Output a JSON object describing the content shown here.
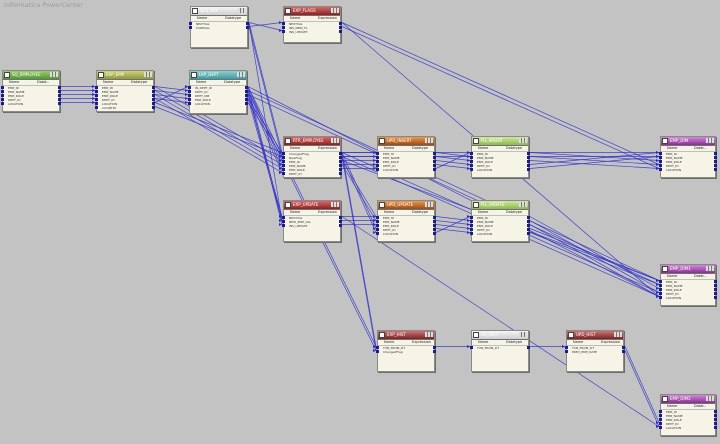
{
  "watermark": "Informatica PowerCenter",
  "colors": {
    "canvas": "#c3c3c3",
    "link": "#2d2dc8",
    "port": "#1b1b8a"
  },
  "nodes": [
    {
      "id": "sq",
      "color": "green",
      "title": "SQ_EMPLOYEE",
      "cols": [
        "Name",
        "Datat.."
      ],
      "rows": [
        "EMP_ID",
        "EMP_NAME",
        "EMP_ROLE",
        "DEPT_ID",
        "LOCATION"
      ],
      "icon": "source-qualifier-icon"
    },
    {
      "id": "exp1",
      "color": "olive",
      "title": "EXP_EMP",
      "cols": [
        "Name",
        "Datatype"
      ],
      "rows": [
        "EMP_ID",
        "EMP_NAME",
        "EMP_ROLE",
        "DEPT_ID",
        "LOCATION",
        "COUNTRY"
      ],
      "icon": "expression-icon"
    },
    {
      "id": "lkp1",
      "color": "teal",
      "title": "LKP_DEPT",
      "cols": [
        "Name",
        "Datatype"
      ],
      "rows": [
        "IN_DEPT_ID",
        "DEPT_ID",
        "DEPT_NM",
        "EMP_ROLE",
        "LOCATION"
      ],
      "icon": "lookup-icon"
    },
    {
      "id": "seq",
      "color": "white",
      "title": "SEQ_KEY",
      "cols": [
        "Name",
        "Datatype"
      ],
      "rows": [
        "NEXTVAL",
        "CURRVAL"
      ],
      "icon": "sequence-icon"
    },
    {
      "id": "exp_top",
      "color": "red",
      "title": "EXP_FLAGS",
      "cols": [
        "Name",
        "Expression"
      ],
      "rows": [
        "NEXTVAL",
        "INS_NEW_FL",
        "INS_UPDATE"
      ],
      "icon": "expression-icon"
    },
    {
      "id": "rtr",
      "color": "red",
      "title": "RTR_EMPLOYEE",
      "cols": [
        "Name",
        "Expression"
      ],
      "rows": [
        "ChangedFlag",
        "NewFlag",
        "EMP_ID",
        "EMP_NAME",
        "EMP_ROLE",
        "DEPT_ID"
      ],
      "icon": "router-icon"
    },
    {
      "id": "upd1",
      "color": "orange",
      "title": "UPD_INSERT",
      "cols": [
        "Name",
        "Datatype"
      ],
      "rows": [
        "EMP_ID",
        "EMP_NAME",
        "EMP_ROLE",
        "DEPT_ID",
        "LOCATION"
      ],
      "icon": "update-strategy-icon"
    },
    {
      "id": "flt1",
      "color": "lgreen",
      "title": "FIL_INSERT",
      "cols": [
        "Name",
        "Datatype"
      ],
      "rows": [
        "EMP_ID",
        "EMP_NAME",
        "EMP_ROLE",
        "DEPT_ID",
        "LOCATION"
      ],
      "icon": "filter-icon"
    },
    {
      "id": "tgt1",
      "color": "purple",
      "title": "EMP_DIM",
      "cols": [
        "Name",
        "Datat.."
      ],
      "rows": [
        "EMP_ID",
        "EMP_NAME",
        "EMP_ROLE",
        "DEPT_ID",
        "LOCATION"
      ],
      "icon": "target-icon"
    },
    {
      "id": "exp_mid",
      "color": "red",
      "title": "EXP_UPDATE",
      "cols": [
        "Name",
        "Expression"
      ],
      "rows": [
        "NEXTVAL",
        "NEW_EMP_VAL",
        "INS_UPDATE"
      ],
      "icon": "expression-icon"
    },
    {
      "id": "upd2",
      "color": "orange",
      "title": "UPD_UPDATE",
      "cols": [
        "Name",
        "Datatype"
      ],
      "rows": [
        "EMP_ID",
        "EMP_NAME",
        "EMP_ROLE",
        "DEPT_ID",
        "LOCATION"
      ],
      "icon": "update-strategy-icon"
    },
    {
      "id": "flt2",
      "color": "lgreen",
      "title": "FIL_UPDATE",
      "cols": [
        "Name",
        "Datatype"
      ],
      "rows": [
        "EMP_ID",
        "EMP_NAME",
        "EMP_ROLE",
        "DEPT_ID",
        "LOCATION"
      ],
      "icon": "filter-icon"
    },
    {
      "id": "tgt2",
      "color": "purple",
      "title": "EMP_DIM1",
      "cols": [
        "Name",
        "Datat.."
      ],
      "rows": [
        "EMP_ID",
        "EMP_NAME",
        "EMP_ROLE",
        "DEPT_ID",
        "LOCATION"
      ],
      "icon": "target-icon"
    },
    {
      "id": "exp_bot",
      "color": "red2",
      "title": "EXP_HIST",
      "cols": [
        "Name",
        "Expression"
      ],
      "rows": [
        "TXN_FROM_DT",
        "ChangedFlag"
      ],
      "icon": "expression-icon"
    },
    {
      "id": "flt3",
      "color": "white",
      "title": "FIL_HIST",
      "cols": [
        "Name",
        "Datatype"
      ],
      "rows": [
        "TXN_FROM_DT"
      ],
      "icon": "filter-icon"
    },
    {
      "id": "upd3",
      "color": "red2",
      "title": "UPD_HIST",
      "cols": [
        "Name",
        "Expression"
      ],
      "rows": [
        "TXN_FROM_DT",
        "PREV_EMP_DATE"
      ],
      "icon": "update-strategy-icon"
    },
    {
      "id": "tgt3",
      "color": "purple",
      "title": "EMP_DIM2",
      "cols": [
        "Name",
        "Datat.."
      ],
      "rows": [
        "EMP_ID",
        "EMP_NAME",
        "EMP_ROLE",
        "DEPT_ID",
        "LOCATION"
      ],
      "icon": "target-icon"
    }
  ],
  "links": [
    [
      "sq",
      "exp1",
      5
    ],
    [
      "exp1",
      "lkp1",
      5
    ],
    [
      "exp1",
      "rtr",
      6
    ],
    [
      "lkp1",
      "rtr",
      5
    ],
    [
      "lkp1",
      "exp_mid",
      4
    ],
    [
      "seq",
      "exp_top",
      2
    ],
    [
      "seq",
      "rtr",
      2
    ],
    [
      "seq",
      "exp_mid",
      1
    ],
    [
      "exp_top",
      "tgt1",
      2
    ],
    [
      "exp_top",
      "tgt2",
      1
    ],
    [
      "rtr",
      "upd1",
      5
    ],
    [
      "upd1",
      "flt1",
      5
    ],
    [
      "flt1",
      "tgt1",
      5
    ],
    [
      "rtr",
      "upd2",
      4
    ],
    [
      "rtr",
      "exp_bot",
      2
    ],
    [
      "exp_mid",
      "upd2",
      3
    ],
    [
      "upd2",
      "flt2",
      5
    ],
    [
      "flt2",
      "tgt2",
      5
    ],
    [
      "rtr",
      "tgt2",
      3
    ],
    [
      "lkp1",
      "tgt2",
      3
    ],
    [
      "lkp1",
      "exp_bot",
      2
    ],
    [
      "exp_bot",
      "flt3",
      1
    ],
    [
      "flt3",
      "upd3",
      1
    ],
    [
      "upd3",
      "tgt3",
      2
    ],
    [
      "exp_mid",
      "tgt3",
      1
    ],
    [
      "rtr",
      "tgt1",
      2
    ]
  ]
}
